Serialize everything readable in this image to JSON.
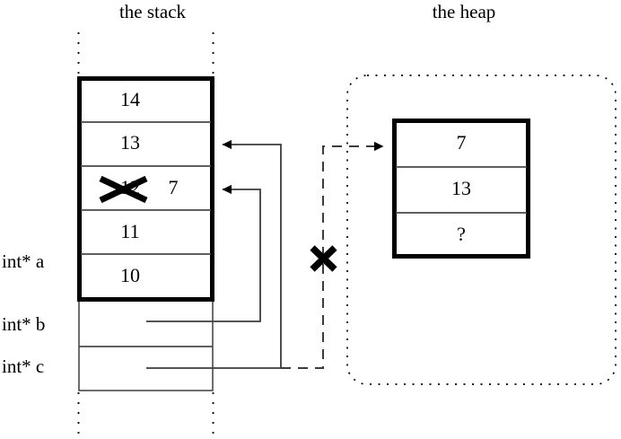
{
  "regions": {
    "stack": {
      "title": "the stack",
      "cells": [
        {
          "value": "14",
          "struck": false
        },
        {
          "value": "13",
          "struck": false
        },
        {
          "value": "12",
          "struck": true,
          "annotation": "7"
        },
        {
          "value": "11",
          "struck": false
        },
        {
          "value": "10",
          "struck": false
        }
      ],
      "pointer_slots": [
        {
          "label": "int* a",
          "target": "heap-block-top",
          "style": "dashed",
          "crossed": true
        },
        {
          "label": "int* b",
          "target": "stack-cell-12",
          "style": "solid",
          "crossed": false
        },
        {
          "label": "int* c",
          "target": "stack-cell-13",
          "style": "solid",
          "crossed": false
        }
      ]
    },
    "heap": {
      "title": "the heap",
      "cells": [
        {
          "value": "7"
        },
        {
          "value": "13"
        },
        {
          "value": "?"
        }
      ]
    }
  },
  "marks": {
    "invalid_pointer_cross": "×",
    "struck_value_cross": "×"
  },
  "colors": {
    "background": "#ffffff",
    "ink": "#000000",
    "thin_rule": "#4a4a4a",
    "connector": "#3c3c3c"
  }
}
